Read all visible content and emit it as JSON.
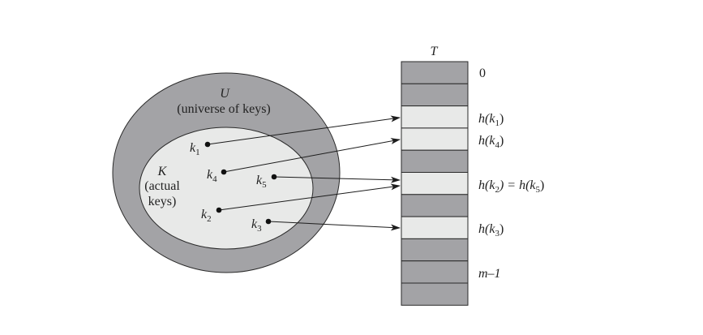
{
  "diagram": {
    "universe": {
      "symbol": "U",
      "caption": "(universe of keys)"
    },
    "actual": {
      "symbol": "K",
      "line1": "(actual",
      "line2": "keys)"
    },
    "table": {
      "title": "T",
      "slots": 11
    },
    "keys": [
      {
        "id": "k1",
        "letter": "k",
        "sub": "1",
        "slot": 2
      },
      {
        "id": "k4",
        "letter": "k",
        "sub": "4",
        "slot": 3
      },
      {
        "id": "k5",
        "letter": "k",
        "sub": "5",
        "slot": 5
      },
      {
        "id": "k2",
        "letter": "k",
        "sub": "2",
        "slot": 5
      },
      {
        "id": "k3",
        "letter": "k",
        "sub": "3",
        "slot": 7
      }
    ],
    "slot_labels": {
      "zero": "0",
      "h1": {
        "fn": "h(k",
        "sub": "1",
        "close": ")"
      },
      "h4": {
        "fn": "h(k",
        "sub": "4",
        "close": ")"
      },
      "h2h5": {
        "fn1": "h(k",
        "sub1": "2",
        "mid": ") = h(k",
        "sub2": "5",
        "close": ")"
      },
      "h3": {
        "fn": "h(k",
        "sub": "3",
        "close": ")"
      },
      "last": "m–1"
    },
    "colors": {
      "dark": "#a3a3a6",
      "light": "#e8e9e8",
      "stroke": "#2a2a2a",
      "arrow": "#1c1c1c"
    }
  }
}
